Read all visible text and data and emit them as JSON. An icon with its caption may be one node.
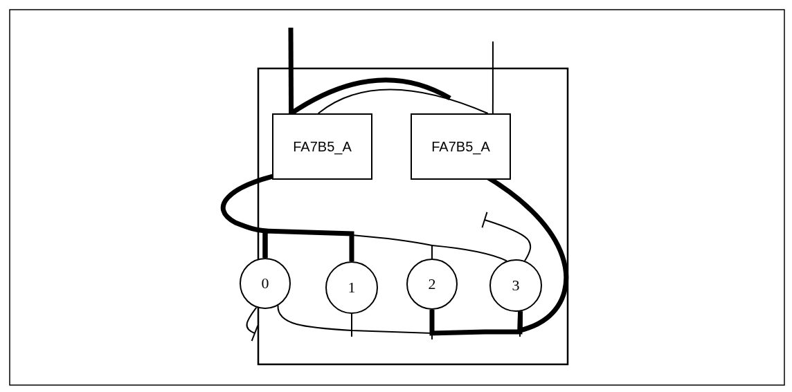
{
  "diagram": {
    "nodes": [
      {
        "text": [
          "FA7B5_A"
        ]
      },
      {
        "text": [
          "FA7B5_A"
        ]
      },
      {
        "text": [
          "0"
        ]
      },
      {
        "text": [
          "1"
        ]
      },
      {
        "text": [
          "2"
        ]
      },
      {
        "text": [
          "3"
        ]
      }
    ],
    "edges": [
      {
        "from": null,
        "to": 0,
        "arrow": "none",
        "style": "thick"
      },
      {
        "from": null,
        "to": 1,
        "arrow": "none"
      },
      {
        "from": 0,
        "to": null,
        "arrow": "none",
        "style": "thick"
      },
      {
        "from": 0,
        "to": 1,
        "arrow": "none"
      },
      {
        "from": 0,
        "to": 2,
        "arrow": "none",
        "style": "thick"
      },
      {
        "from": 2,
        "to": 3,
        "arrow": "none",
        "style": "thick"
      },
      {
        "from": 3,
        "to": 4,
        "arrow": "none"
      },
      {
        "from": 4,
        "to": 5,
        "arrow": "none"
      },
      {
        "from": 5,
        "to": null,
        "arrow": "other"
      },
      {
        "from": 2,
        "to": null,
        "arrow": "other"
      },
      {
        "from": 2,
        "to": 3,
        "arrow": "none"
      },
      {
        "from": 3,
        "to": 4,
        "arrow": "none"
      },
      {
        "from": 4,
        "to": 5,
        "arrow": "none",
        "style": "thick"
      },
      {
        "from": 5,
        "to": 1,
        "arrow": "none",
        "style": "thick"
      }
    ]
  }
}
